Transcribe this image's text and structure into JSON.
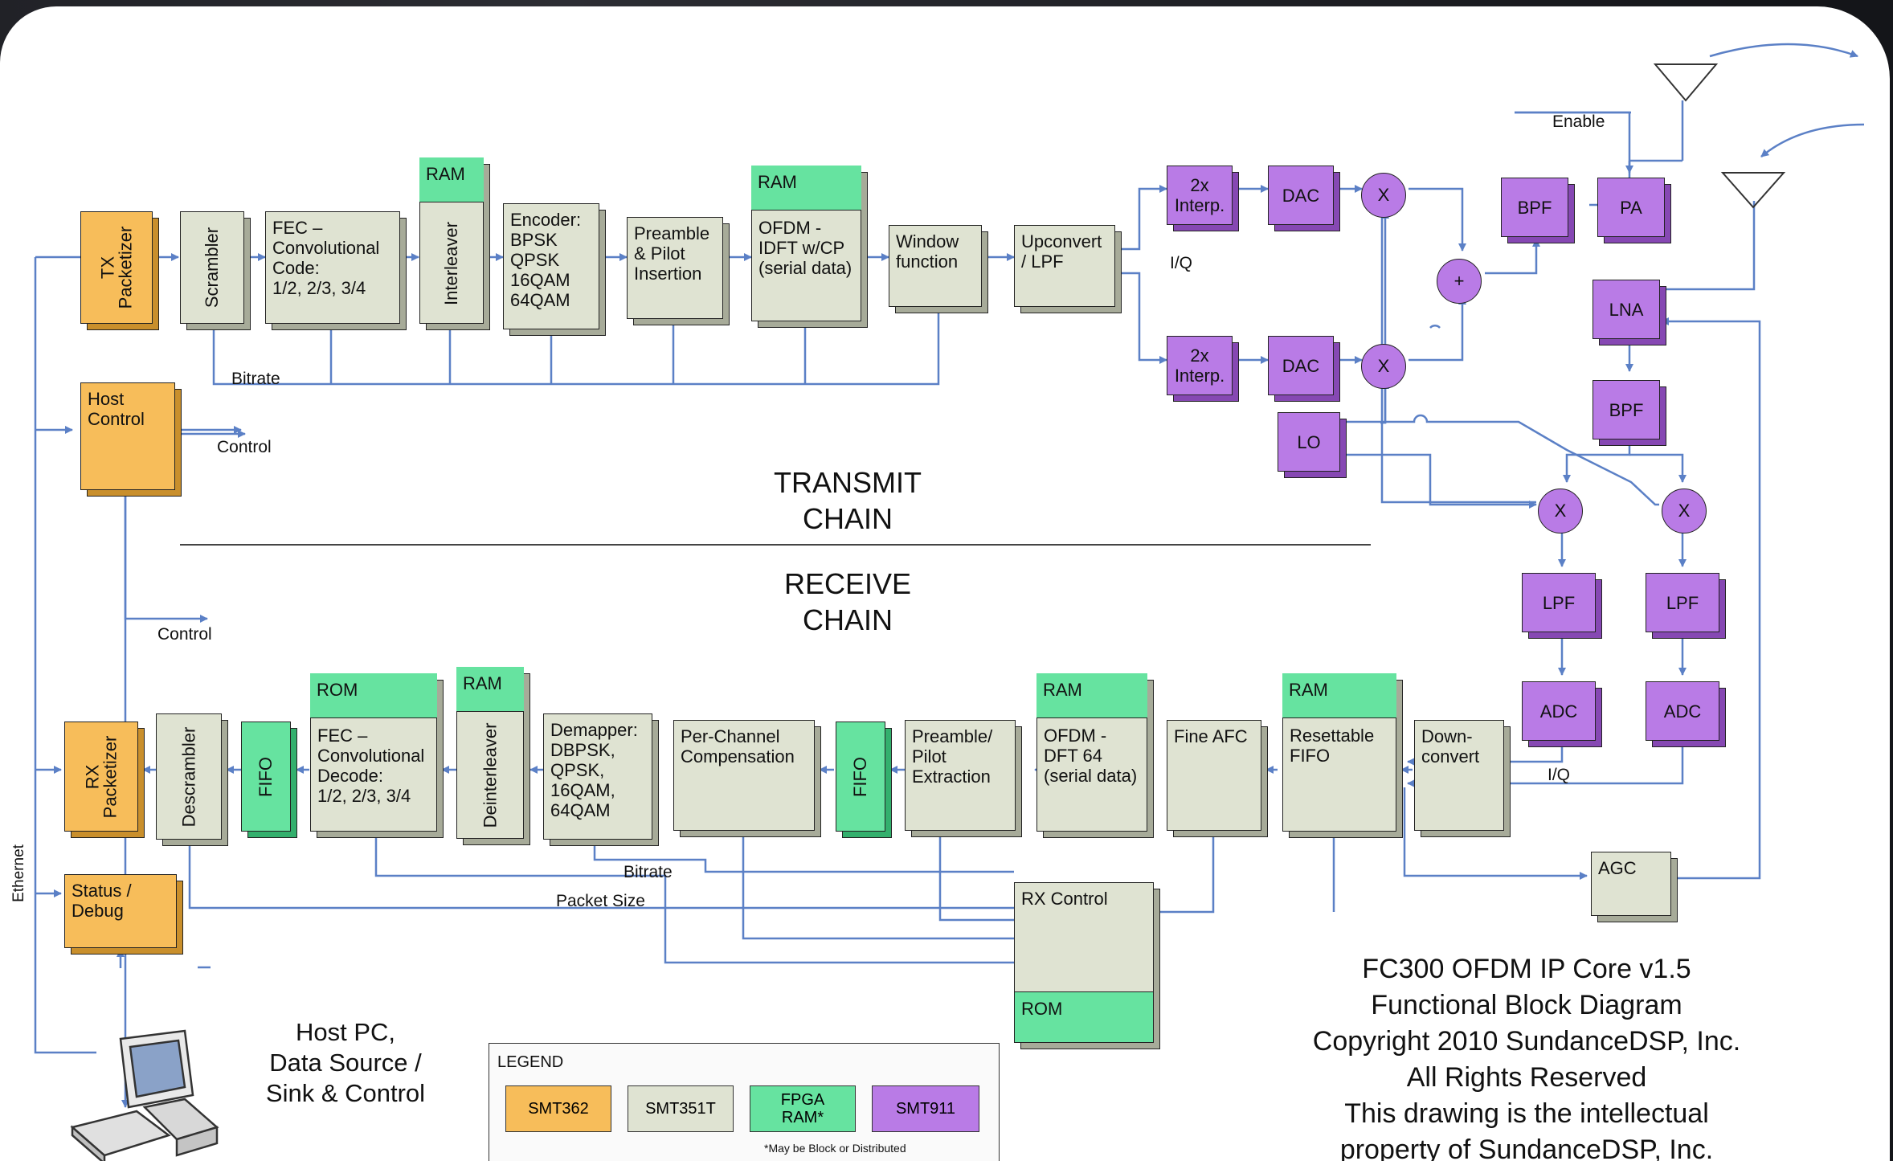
{
  "tx": {
    "tx_packetizer": "TX\nPacketizer",
    "scrambler": "Scrambler",
    "fec_code": "FEC –\nConvolutional\nCode:\n 1/2, 2/3, 3/4",
    "interleaver": "Interleaver",
    "ram_interleaver": "RAM",
    "encoder": "Encoder:\nBPSK\nQPSK\n16QAM\n64QAM",
    "preamble": "Preamble\n& Pilot\nInsertion",
    "ram_idft": "RAM",
    "ofdm_idft": "OFDM -\nIDFT w/CP\n(serial data)",
    "window": "Window\nfunction",
    "upconvert": "Upconvert\n/ LPF",
    "bitrate": "Bitrate",
    "host_control": "Host\nControl",
    "control_top": "Control",
    "control_bottom": "Control"
  },
  "rf": {
    "interp1": "2x\nInterp.",
    "interp2": "2x\nInterp.",
    "dac1": "DAC",
    "dac2": "DAC",
    "mix1": "X",
    "mix2": "X",
    "sum": "+",
    "bpf_tx": "BPF",
    "pa": "PA",
    "enable": "Enable",
    "iq_tx": "I/Q",
    "lna": "LNA",
    "bpf_rx": "BPF",
    "lo": "LO",
    "mix3": "X",
    "mix4": "X",
    "lpf1": "LPF",
    "lpf2": "LPF",
    "adc1": "ADC",
    "adc2": "ADC",
    "iq_rx": "I/Q",
    "agc": "AGC"
  },
  "rx": {
    "rx_packetizer": "RX\nPacketizer",
    "descrambler": "Descrambler",
    "fifo1": "FIFO",
    "rom_fec": "ROM",
    "fec_decode": "FEC –\nConvolutional\nDecode:\n 1/2, 2/3, 3/4",
    "ram_deint": "RAM",
    "deinterleaver": "Deinterleaver",
    "demapper": "Demapper:\nDBPSK,\nQPSK,\n16QAM,\n64QAM",
    "per_channel": "Per-Channel\nCompensation",
    "fifo2": "FIFO",
    "pilot_extraction": "Preamble/\nPilot\nExtraction",
    "ram_dft": "RAM",
    "ofdm_dft": "OFDM -\nDFT 64\n(serial data)",
    "fine_afc": "Fine AFC",
    "ram_fifo": "RAM",
    "resettable_fifo": "Resettable\nFIFO",
    "downconvert": "Down-\nconvert",
    "rx_control": "RX Control",
    "rom_rx": "ROM",
    "bitrate": "Bitrate",
    "packet_size": "Packet Size",
    "status_debug": "Status /\nDebug",
    "ethernet": "Ethernet"
  },
  "titles": {
    "transmit": "TRANSMIT\nCHAIN",
    "receive": "RECEIVE\nCHAIN"
  },
  "host_pc": "Host PC,\nData Source /\nSink & Control",
  "copyright_lines": [
    "FC300 OFDM IP Core v1.5",
    "Functional Block Diagram",
    "Copyright 2010 SundanceDSP, Inc.",
    "All Rights Reserved",
    "This drawing is the intellectual",
    "property of SundanceDSP, Inc."
  ],
  "legend": {
    "title": "LEGEND",
    "smt362": "SMT362",
    "smt351t": "SMT351T",
    "fpga_ram": "FPGA\nRAM*",
    "smt911": "SMT911",
    "note": "*May be Block or Distributed"
  },
  "colors": {
    "smt362": "#f7bd5a",
    "smt351t": "#dfe3d2",
    "fpga_ram": "#66e3a0",
    "smt911": "#b97be6",
    "connector": "#5b80c6"
  }
}
